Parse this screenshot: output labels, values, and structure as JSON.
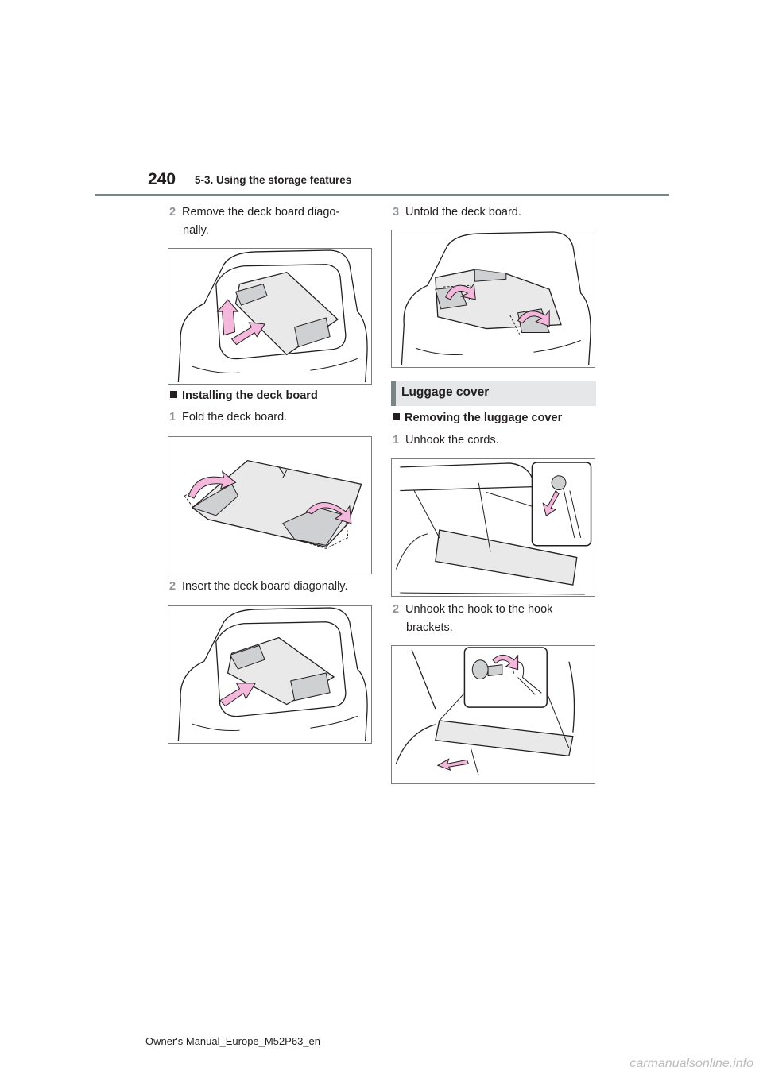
{
  "header": {
    "page_number": "240",
    "section": "5-3. Using the storage features"
  },
  "left": {
    "step2_remove_num": "2",
    "step2_remove_text": "Remove the deck board diago-\nnally.",
    "install_heading": "Installing the deck board",
    "step1_fold_num": "1",
    "step1_fold_text": "Fold the deck board.",
    "step2_insert_num": "2",
    "step2_insert_text": "Insert the deck board diagonally."
  },
  "right": {
    "step3_unfold_num": "3",
    "step3_unfold_text": "Unfold the deck board.",
    "cover_heading": "Luggage cover",
    "removing_heading": "Removing the luggage cover",
    "step1_cords_num": "1",
    "step1_cords_text": "Unhook the cords.",
    "step2_hook_num": "2",
    "step2_hook_text": "Unhook the hook to the hook\nbrackets."
  },
  "footer": {
    "manual_name": "Owner's Manual_Europe_M52P63_en",
    "watermark": "carmanualsonline.info"
  },
  "colors": {
    "accent_gray": "#7c8585",
    "step_number_gray": "#8f9397",
    "heading_bg": "#e6e7e8",
    "arrow_pink": "#f4b8dc",
    "board_gray": "#cfd0d2"
  }
}
